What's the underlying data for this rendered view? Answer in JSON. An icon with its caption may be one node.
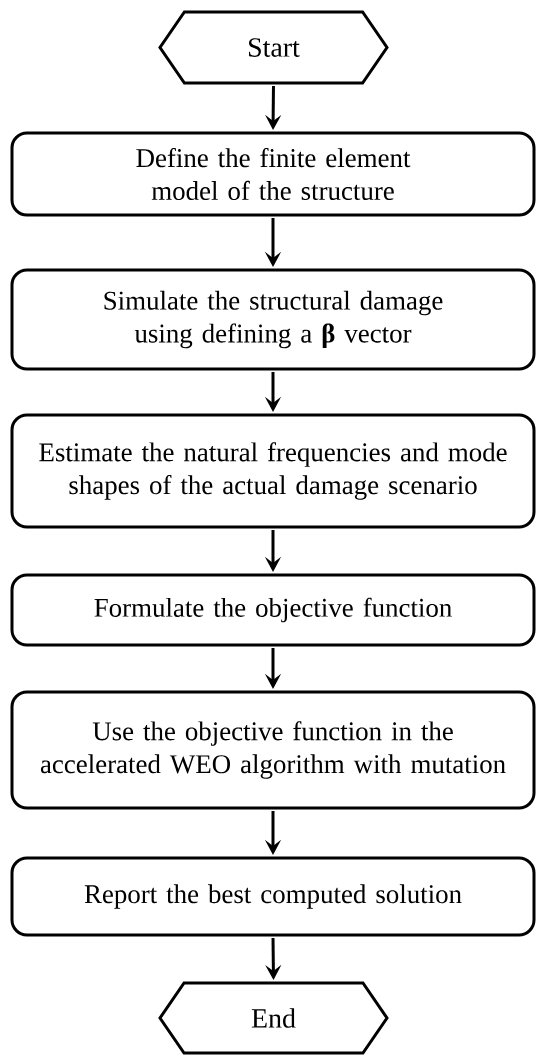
{
  "diagram": {
    "nodes": [
      {
        "text": [
          "Start"
        ]
      },
      {
        "text": [
          "Define the finite element model of the structure"
        ]
      },
      {
        "text": [
          "Simulate the structural damage using defining a **β** vector"
        ]
      },
      {
        "text": [
          "Estimate the natural frequencies and mode shapes of the actual damage scenario"
        ]
      },
      {
        "text": [
          "Formulate the objective function"
        ]
      },
      {
        "text": [
          "Use the objective function in the accelerated WEO algorithm with mutation"
        ]
      },
      {
        "text": [
          "Report the best computed solution"
        ]
      },
      {
        "text": [
          "End"
        ]
      }
    ],
    "edges": [
      {
        "from": 0,
        "to": 1,
        "arrow": "to"
      },
      {
        "from": 1,
        "to": 2,
        "arrow": "to"
      },
      {
        "from": 2,
        "to": 3,
        "arrow": "to"
      },
      {
        "from": 3,
        "to": 4,
        "arrow": "to"
      },
      {
        "from": 4,
        "to": 5,
        "arrow": "to"
      },
      {
        "from": 5,
        "to": 6,
        "arrow": "to"
      },
      {
        "from": 6,
        "to": 7,
        "arrow": "to"
      }
    ]
  }
}
